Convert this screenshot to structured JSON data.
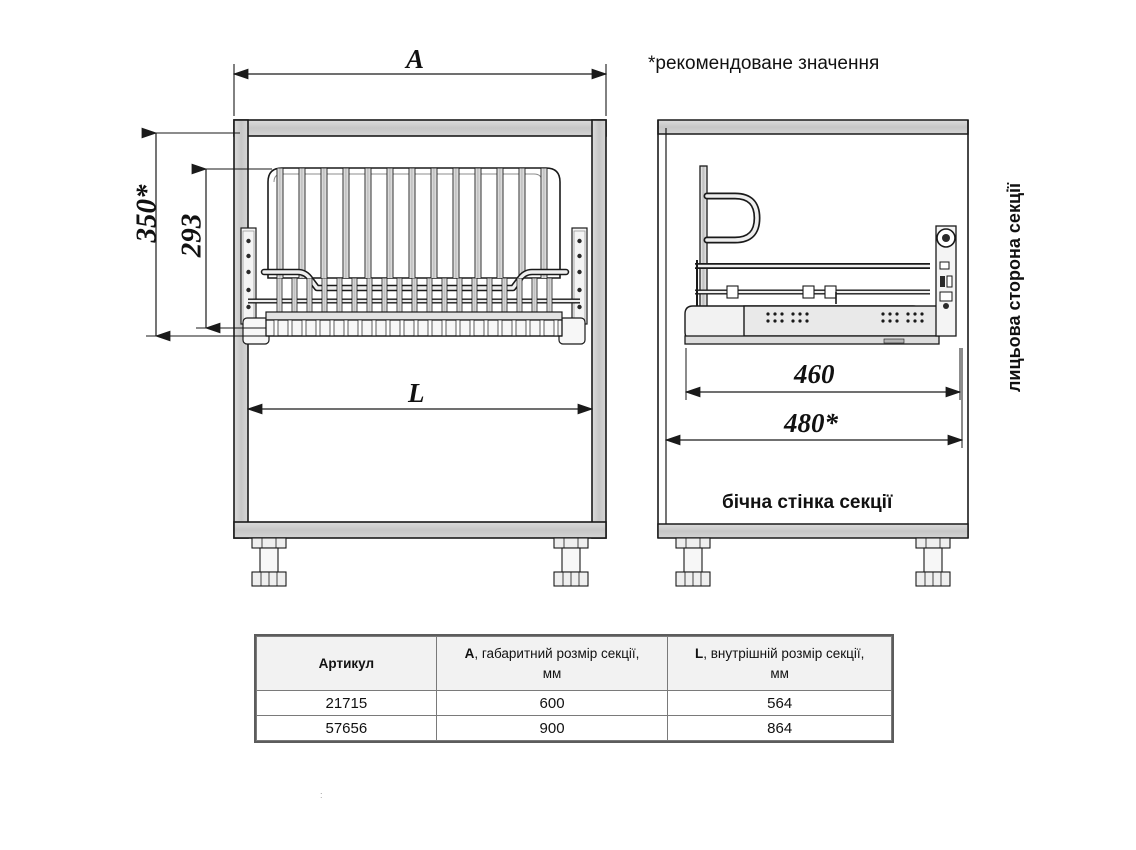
{
  "notes": {
    "recommended": "*рекомендоване значення",
    "front_side": "лицьова сторона секції",
    "side_wall": "бічна стінка секції"
  },
  "front_view": {
    "dim_width_label": "A",
    "dim_depth_label": "L",
    "dim_height_outer": "350*",
    "dim_height_inner": "293"
  },
  "side_view": {
    "dim_inner": "460",
    "dim_outer": "480*"
  },
  "table": {
    "headers": [
      {
        "lead": "",
        "text": "Артикул",
        "sub": ""
      },
      {
        "lead": "A",
        "text": ", габаритний розмір секції,",
        "sub": "мм"
      },
      {
        "lead": "L",
        "text": ", внутрішній розмір секції,",
        "sub": "мм"
      }
    ],
    "rows": [
      {
        "article": "21715",
        "a": "600",
        "l": "564"
      },
      {
        "article": "57656",
        "a": "900",
        "l": "864"
      }
    ]
  },
  "colors": {
    "line": "#1a1a1a",
    "panel_fill": "#c9c9c9",
    "panel_fill_light": "#d8d8d8",
    "wire": "#e8e8e8",
    "header_bg": "#f2f2f2",
    "table_border": "#7a7a7a"
  }
}
